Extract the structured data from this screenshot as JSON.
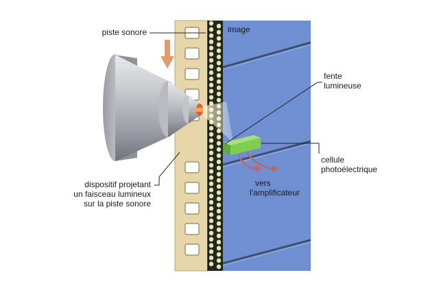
{
  "labels": {
    "sound_track": "piste sonore",
    "image": "image",
    "slit": [
      "fente",
      "lumineuse"
    ],
    "photocell": [
      "cellule",
      "photoélectrique"
    ],
    "amplifier": [
      "vers",
      "l'amplificateur"
    ],
    "projector": [
      "dispositif projetant",
      "un faisceau lumineux",
      "sur la piste sonore"
    ]
  },
  "colors": {
    "film_frame": "#6f8fd2",
    "film_strip": "#e6d6aa",
    "sound_track_dark": "#1e2a1e",
    "sound_track_light": "#ede2b0",
    "cell": "#7fcf4f",
    "arrow": "#e59a67",
    "signal": "#b86868",
    "projector_metal": "#a8aaaf"
  },
  "icons": {
    "film_motion": "down-arrow-icon"
  }
}
